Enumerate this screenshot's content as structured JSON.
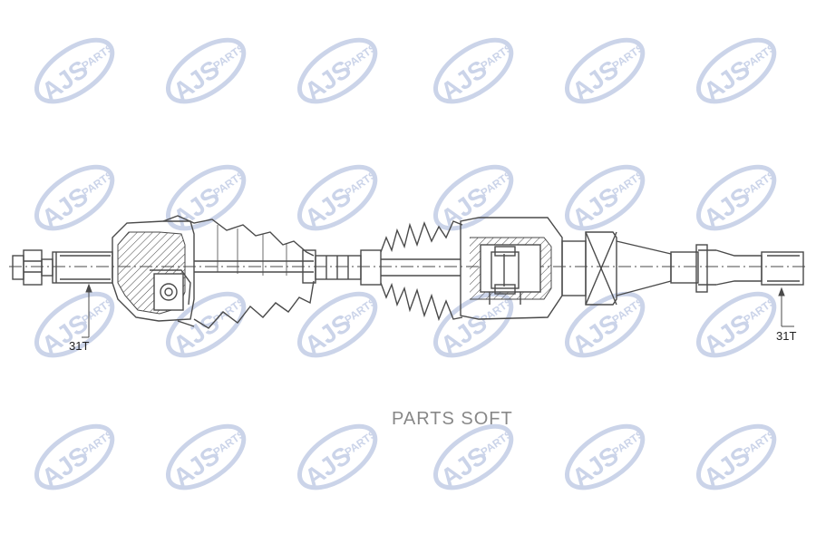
{
  "diagram": {
    "left_spline_count": "31T",
    "right_spline_count": "31T"
  },
  "watermarks": {
    "logo_text": "AJS",
    "logo_subtext": "PARTS",
    "text_overlay": "PARTS SOFT"
  },
  "colors": {
    "line": "#4a4a4a",
    "watermark_logo": "#c3cde6",
    "watermark_text": "#8a8a8a",
    "background": "#ffffff"
  }
}
